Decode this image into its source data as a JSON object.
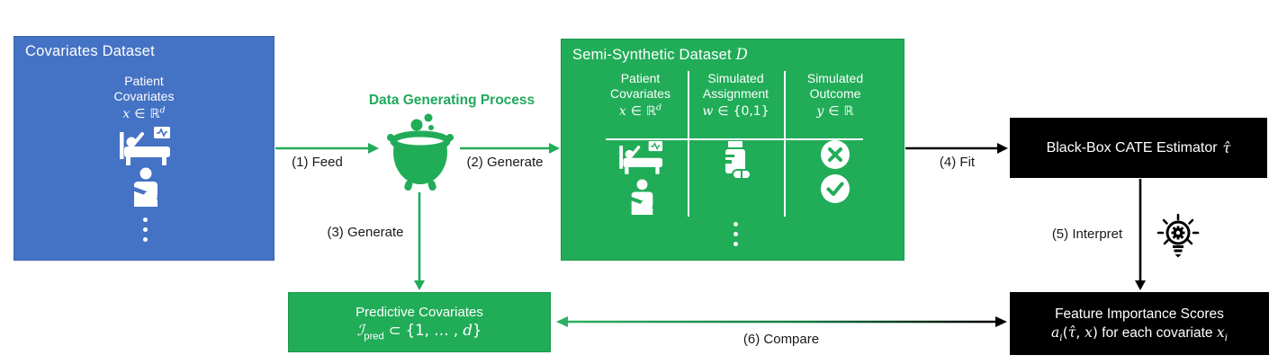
{
  "palette": {
    "blue": "#4472C4",
    "green": "#21AC58",
    "green_text": "#21A85C",
    "black": "#000000",
    "white": "#FFFFFF"
  },
  "covariates_dataset": {
    "title": "Covariates Dataset",
    "header": {
      "line1": "Patient",
      "line2": "Covariates"
    },
    "math": {
      "var": "x",
      "rel": "∈",
      "set": "ℝ",
      "sup": "d"
    },
    "icons": [
      "patient-in-bed",
      "person-arm-sling",
      "vertical-ellipsis"
    ]
  },
  "process": {
    "label": "Data Generating Process",
    "icon": "cauldron"
  },
  "semi_synthetic": {
    "title_text": "Semi-Synthetic Dataset",
    "title_symbol": "D",
    "columns": [
      {
        "line1": "Patient",
        "line2": "Covariates",
        "math": {
          "var": "x",
          "rel": "∈",
          "set": "ℝ",
          "sup": "d"
        },
        "icons": [
          "patient-in-bed",
          "person-arm-sling"
        ]
      },
      {
        "line1": "Simulated",
        "line2": "Assignment",
        "math": {
          "var": "w",
          "rel": "∈",
          "set": "{0,1}"
        },
        "icons": [
          "pill-bottle"
        ]
      },
      {
        "line1": "Simulated",
        "line2": "Outcome",
        "math": {
          "var": "y",
          "rel": "∈",
          "set": "ℝ"
        },
        "icons": [
          "x-circle",
          "check-circle"
        ]
      }
    ],
    "footer_icon": "vertical-ellipsis"
  },
  "arrows": [
    {
      "id": "feed",
      "label": "(1) Feed",
      "color": "green",
      "direction": "right"
    },
    {
      "id": "generate-dataset",
      "label": "(2) Generate",
      "color": "green",
      "direction": "right"
    },
    {
      "id": "generate-covariates",
      "label": "(3) Generate",
      "color": "green",
      "direction": "down"
    },
    {
      "id": "fit",
      "label": "(4) Fit",
      "color": "black",
      "direction": "right"
    },
    {
      "id": "interpret",
      "label": "(5) Interpret",
      "color": "black",
      "direction": "down"
    },
    {
      "id": "compare",
      "label": "(6) Compare",
      "color": "green-black-gradient",
      "direction": "both"
    }
  ],
  "cate_estimator": {
    "text": "Black-Box CATE Estimator",
    "symbol": "τ̂"
  },
  "interpret_icon": "lightbulb-gear",
  "feature_importance": {
    "title": "Feature Importance Scores",
    "formula": {
      "fn": "a",
      "fn_sub": "i",
      "open": "(",
      "tau": "τ̂",
      "comma": ", ",
      "arg": "x",
      "close": ")",
      "text": "for each covariate",
      "var": "x",
      "var_sub": "i"
    }
  },
  "predictive_covariates": {
    "title": "Predictive Covariates",
    "formula": {
      "script": "ℐ",
      "sub": "pred",
      "rel": "⊂",
      "set_open": "{1, … , ",
      "d": "d",
      "set_close": "}"
    }
  }
}
